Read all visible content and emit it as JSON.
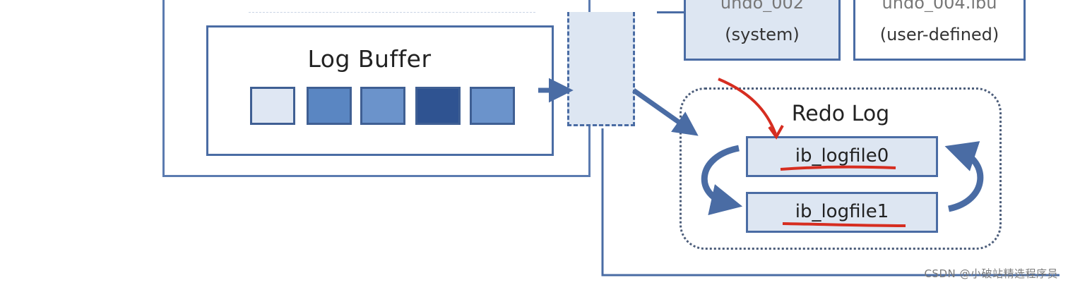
{
  "log_buffer": {
    "title": "Log Buffer",
    "cells": [
      {
        "color": "#dfe7f3"
      },
      {
        "color": "#5a86c2"
      },
      {
        "color": "#6b93cb"
      },
      {
        "color": "#2f5391"
      },
      {
        "color": "#6b93cb"
      }
    ]
  },
  "undo": {
    "system_label": "(system)",
    "user_label": "(user-defined)"
  },
  "redo_log": {
    "title": "Redo Log",
    "files": [
      "ib_logfile0",
      "ib_logfile1"
    ]
  },
  "watermark": "CSDN @小破站精选程序员",
  "colors": {
    "box_border": "#4a6ca4",
    "box_fill": "#dde6f2",
    "annotation_red": "#d62d20"
  }
}
